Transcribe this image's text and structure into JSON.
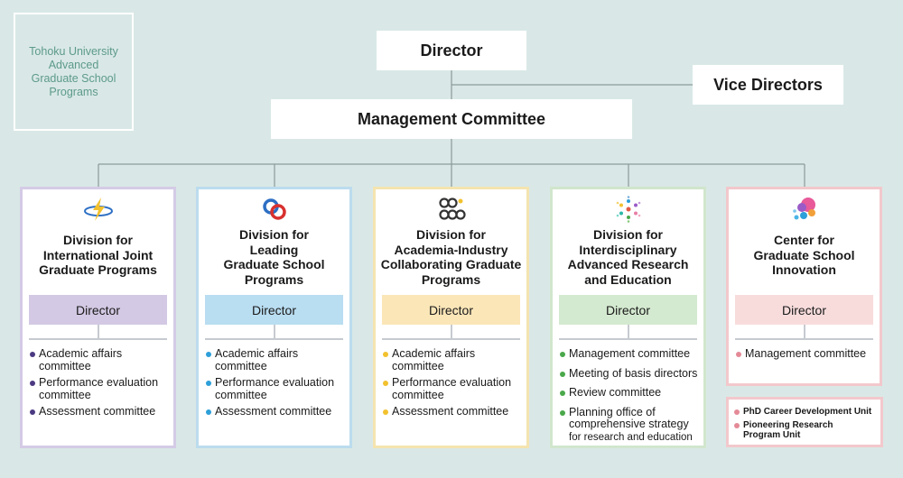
{
  "header": {
    "university_lines": [
      "Tohoku University",
      "Advanced",
      "Graduate School",
      "Programs"
    ],
    "director": "Director",
    "vice_directors": "Vice Directors",
    "management_committee": "Management Committee"
  },
  "divisions": [
    {
      "title_lines": [
        "Division for",
        "International Joint",
        "Graduate Programs"
      ],
      "director": "Director",
      "icon": "lightning-logo-icon",
      "colors": {
        "border": "#d4cbe6",
        "fill": "#d3c9e4",
        "dot": "#4b3a82"
      },
      "items": [
        [
          "Academic affairs",
          "committee"
        ],
        [
          "Performance evaluation",
          "committee"
        ],
        [
          "Assessment committee"
        ]
      ]
    },
    {
      "title_lines": [
        "Division for",
        "Leading",
        "Graduate School",
        "Programs"
      ],
      "director": "Director",
      "icon": "chain-links-logo-icon",
      "colors": {
        "border": "#bcdcee",
        "fill": "#b9ddf1",
        "dot": "#2d9fd9"
      },
      "items": [
        [
          "Academic affairs",
          "committee"
        ],
        [
          "Performance evaluation",
          "committee"
        ],
        [
          "Assessment committee"
        ]
      ]
    },
    {
      "title_lines": [
        "Division for",
        "Academia-Industry",
        "Collaborating Graduate",
        "Programs"
      ],
      "director": "Director",
      "icon": "dai-cgp-logo-icon",
      "colors": {
        "border": "#f5e4b0",
        "fill": "#fbe6b8",
        "dot": "#f2c12e"
      },
      "items": [
        [
          "Academic affairs",
          "committee"
        ],
        [
          "Performance evaluation",
          "committee"
        ],
        [
          "Assessment committee"
        ]
      ]
    },
    {
      "title_lines": [
        "Division for",
        "Interdisciplinary",
        "Advanced Research",
        "and Education"
      ],
      "director": "Director",
      "icon": "dotted-star-logo-icon",
      "colors": {
        "border": "#d1e6cd",
        "fill": "#d4ead0",
        "dot": "#4aa84a"
      },
      "items": [
        [
          "Management committee"
        ],
        [
          "Meeting of basis directors"
        ],
        [
          "Review committee"
        ],
        [
          "Planning office of",
          "comprehensive strategy",
          "for research and education"
        ]
      ]
    },
    {
      "title_lines": [
        "Center for",
        "Graduate School",
        "Innovation"
      ],
      "director": "Director",
      "icon": "bubbles-logo-icon",
      "colors": {
        "border": "#f2c8cc",
        "fill": "#f8dcdc",
        "dot": "#e48a97"
      },
      "items": [
        [
          "Management committee"
        ]
      ]
    }
  ],
  "center_units": [
    [
      "PhD Career Development Unit"
    ],
    [
      "Pioneering Research",
      "Program Unit"
    ]
  ]
}
